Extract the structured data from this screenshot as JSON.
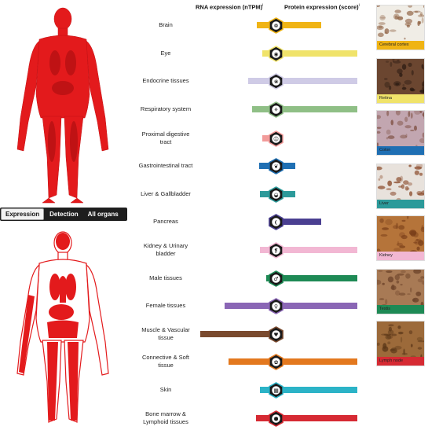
{
  "headers": {
    "rna": "RNA expression (nTPM)",
    "rna_sup": "i",
    "protein": "Protein expression (score)",
    "protein_sup": "i"
  },
  "tabs": [
    {
      "label": "Expression",
      "active": true
    },
    {
      "label": "Detection",
      "active": false
    },
    {
      "label": "All organs",
      "active": false
    }
  ],
  "tissues": [
    {
      "name": "Brain",
      "color": "#f0b414",
      "icon": "brain-icon",
      "rna": 0.25,
      "protein": 0.52
    },
    {
      "name": "Eye",
      "color": "#f0e36a",
      "icon": "eye-icon",
      "rna": 0.18,
      "protein": 1.0
    },
    {
      "name": "Endocrine tissues",
      "color": "#cfcbe6",
      "icon": "thyroid-icon",
      "rna": 0.36,
      "protein": 1.0
    },
    {
      "name": "Respiratory system",
      "color": "#8fbf86",
      "icon": "lungs-icon",
      "rna": 0.31,
      "protein": 1.0
    },
    {
      "name": "Proximal digestive tract",
      "color": "#f29b9a",
      "icon": "head-profile-icon",
      "rna": 0.18,
      "protein": 0.0
    },
    {
      "name": "Gastrointestinal tract",
      "color": "#1f6fb3",
      "icon": "stomach-icon",
      "rna": 0.22,
      "protein": 0.17
    },
    {
      "name": "Liver & Gallbladder",
      "color": "#2c9a9a",
      "icon": "liver-icon",
      "rna": 0.21,
      "protein": 0.17
    },
    {
      "name": "Pancreas",
      "color": "#4a3f91",
      "icon": "pancreas-icon",
      "rna": 0.08,
      "protein": 0.52
    },
    {
      "name": "Kidney & Urinary bladder",
      "color": "#f2b7d3",
      "icon": "kidney-icon",
      "rna": 0.21,
      "protein": 1.0
    },
    {
      "name": "Male tissues",
      "color": "#1e8a55",
      "icon": "male-organ-icon",
      "rna": 0.13,
      "protein": 1.0
    },
    {
      "name": "Female tissues",
      "color": "#8a66b5",
      "icon": "uterus-icon",
      "rna": 0.68,
      "protein": 1.0
    },
    {
      "name": "Muscle & Vascular tissue",
      "color": "#7a4a2e",
      "icon": "heart-icon",
      "rna": 1.0,
      "protein": 0.0
    },
    {
      "name": "Connective & Soft tissue",
      "color": "#e3781e",
      "icon": "fat-cell-icon",
      "rna": 0.62,
      "protein": 1.0
    },
    {
      "name": "Skin",
      "color": "#2bb3c7",
      "icon": "skin-icon",
      "rna": 0.21,
      "protein": 1.0
    },
    {
      "name": "Bone marrow & Lymphoid tissues",
      "color": "#d62a33",
      "icon": "lymph-icon",
      "rna": 0.26,
      "protein": 1.0
    }
  ],
  "thumbnails": [
    {
      "label": "Cerebral cortex",
      "bg": "#f0ede6",
      "band": "#f0b414",
      "stain": "#8a5a3a"
    },
    {
      "label": "Retina",
      "bg": "#6b4630",
      "band": "#f0e36a",
      "stain": "#2a1a12"
    },
    {
      "label": "Colon",
      "bg": "#c2a6b0",
      "band": "#1f6fb3",
      "stain": "#7a4a3a"
    },
    {
      "label": "Liver",
      "bg": "#e8e2dc",
      "band": "#2c9a9a",
      "stain": "#8a4a2a"
    },
    {
      "label": "Kidney",
      "bg": "#b5743a",
      "band": "#f2b7d3",
      "stain": "#7a3f1a"
    },
    {
      "label": "Testis",
      "bg": "#a87a55",
      "band": "#1e8a55",
      "stain": "#6a4128"
    },
    {
      "label": "Lymph node",
      "bg": "#9c6a3a",
      "band": "#d62a33",
      "stain": "#5a3618"
    }
  ]
}
